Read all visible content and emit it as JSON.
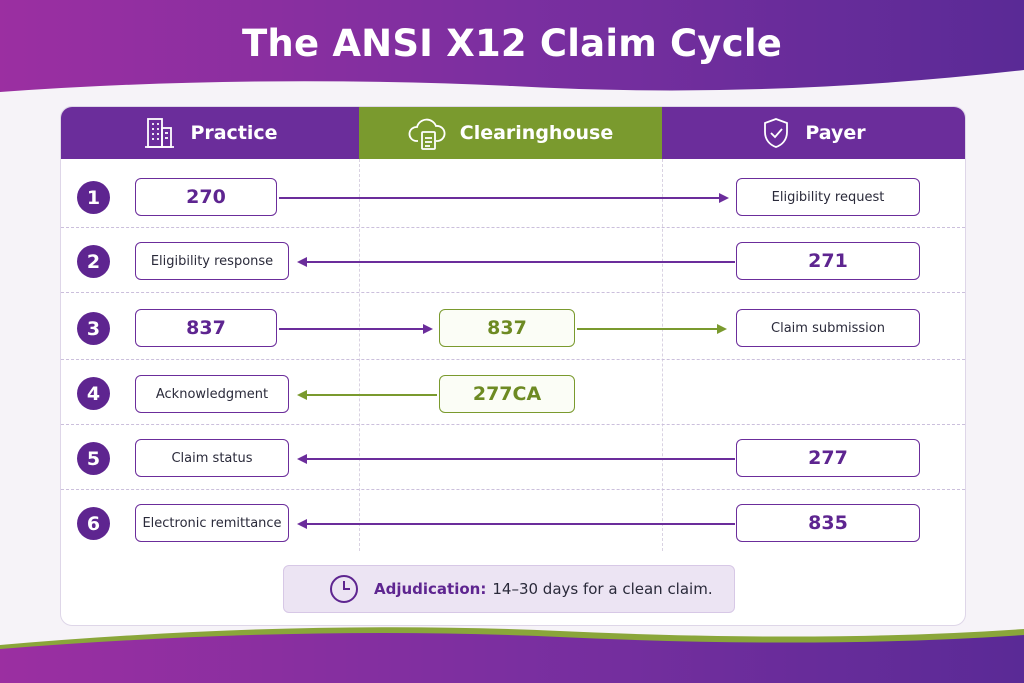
{
  "title": "The ANSI X12 Claim Cycle",
  "columns": {
    "practice": "Practice",
    "clearinghouse": "Clearinghouse",
    "payer": "Payer"
  },
  "rows": [
    {
      "num": "1",
      "practice": "270",
      "clearinghouse": "",
      "payer": "Eligibility request"
    },
    {
      "num": "2",
      "practice": "Eligibility response",
      "clearinghouse": "",
      "payer": "271"
    },
    {
      "num": "3",
      "practice": "837",
      "clearinghouse": "837",
      "payer": "Claim submission"
    },
    {
      "num": "4",
      "practice": "Acknowledgment",
      "clearinghouse": "277CA",
      "payer": ""
    },
    {
      "num": "5",
      "practice": "Claim status",
      "clearinghouse": "",
      "payer": "277"
    },
    {
      "num": "6",
      "practice": "Electronic remittance",
      "clearinghouse": "",
      "payer": "835"
    }
  ],
  "note": {
    "label": "Adjudication:",
    "text": "14–30 days for a clean claim."
  },
  "icons": {
    "practice": "building-icon",
    "clearinghouse": "cloud-document-icon",
    "payer": "shield-check-icon",
    "note": "clock-icon"
  },
  "colors": {
    "purple": "#6b2d9b",
    "green": "#7a9a2e"
  }
}
